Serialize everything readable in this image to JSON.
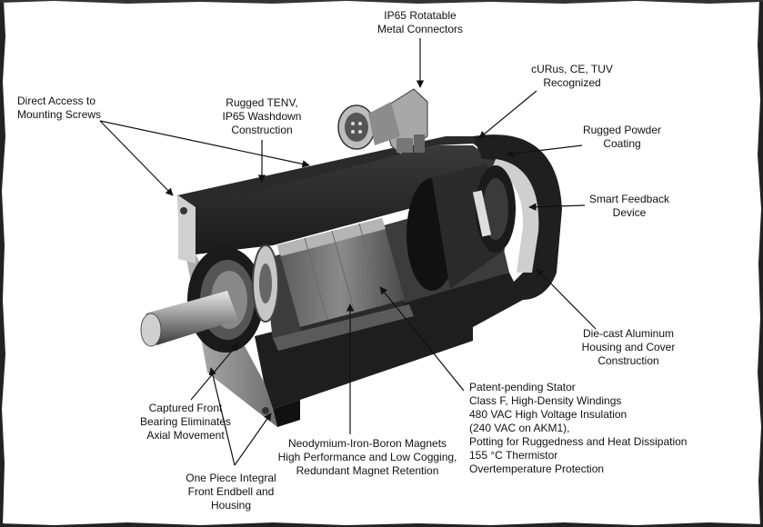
{
  "callouts": {
    "connectors": [
      "IP65 Rotatable",
      "Metal Connectors"
    ],
    "certs": [
      "cURus, CE, TUV",
      "Recognized"
    ],
    "screws": [
      "Direct Access to",
      "Mounting Screws"
    ],
    "tenv": [
      "Rugged TENV,",
      "IP65 Washdown",
      "Construction"
    ],
    "coating": [
      "Rugged Powder",
      "Coating"
    ],
    "feedback": [
      "Smart Feedback",
      "Device"
    ],
    "diecast": [
      "Die-cast Aluminum",
      "Housing and Cover",
      "Construction"
    ],
    "stator": [
      "Patent-pending Stator",
      "Class F, High-Density Windings",
      "480 VAC High Voltage Insulation",
      "(240 VAC on AKM1),",
      "Potting for Ruggedness and Heat Dissipation",
      "155 °C Thermistor",
      "Overtemperature Protection"
    ],
    "magnets": [
      "Neodymium-Iron-Boron Magnets",
      "High Performance and Low Cogging,",
      "Redundant Magnet Retention"
    ],
    "bearing": [
      "Captured Front",
      "Bearing Eliminates",
      "Axial Movement"
    ],
    "endbell": [
      "One Piece Integral",
      "Front Endbell and",
      "Housing"
    ]
  },
  "colors": {
    "housing": "#2b2b2b",
    "metal": "#9a9a9a",
    "text": "#111111",
    "arrow": "#111111"
  }
}
